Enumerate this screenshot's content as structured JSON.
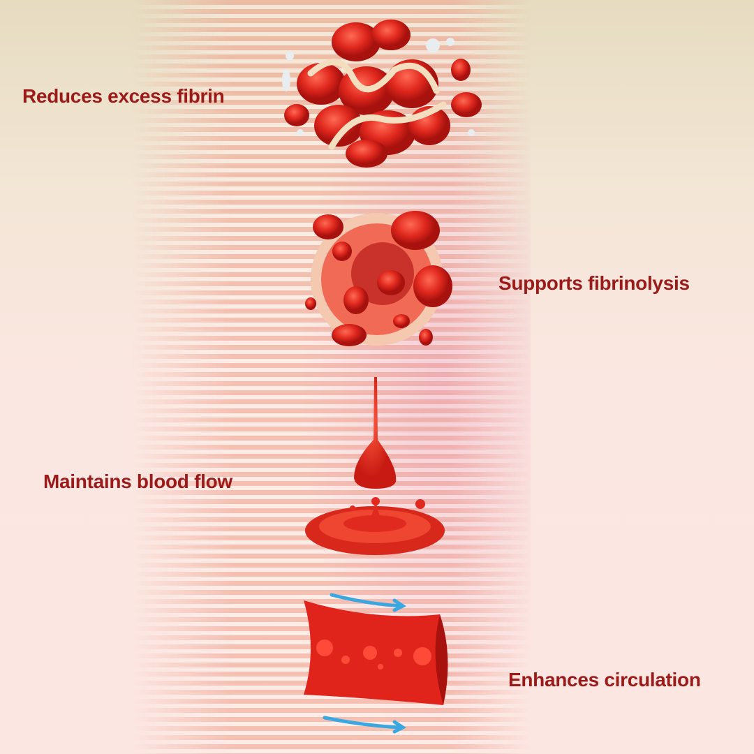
{
  "benefits": [
    {
      "label": "Reduces excess fibrin",
      "icon": "blood-clot-icon"
    },
    {
      "label": "Supports fibrinolysis",
      "icon": "blood-vessel-cross-section-icon"
    },
    {
      "label": "Maintains blood flow",
      "icon": "blood-drop-icon"
    },
    {
      "label": "Enhances circulation",
      "icon": "blood-vessel-flow-icon"
    }
  ],
  "colors": {
    "text": "#9b1a1a",
    "blood": "#e02a20",
    "arrow": "#3aa8e0"
  }
}
